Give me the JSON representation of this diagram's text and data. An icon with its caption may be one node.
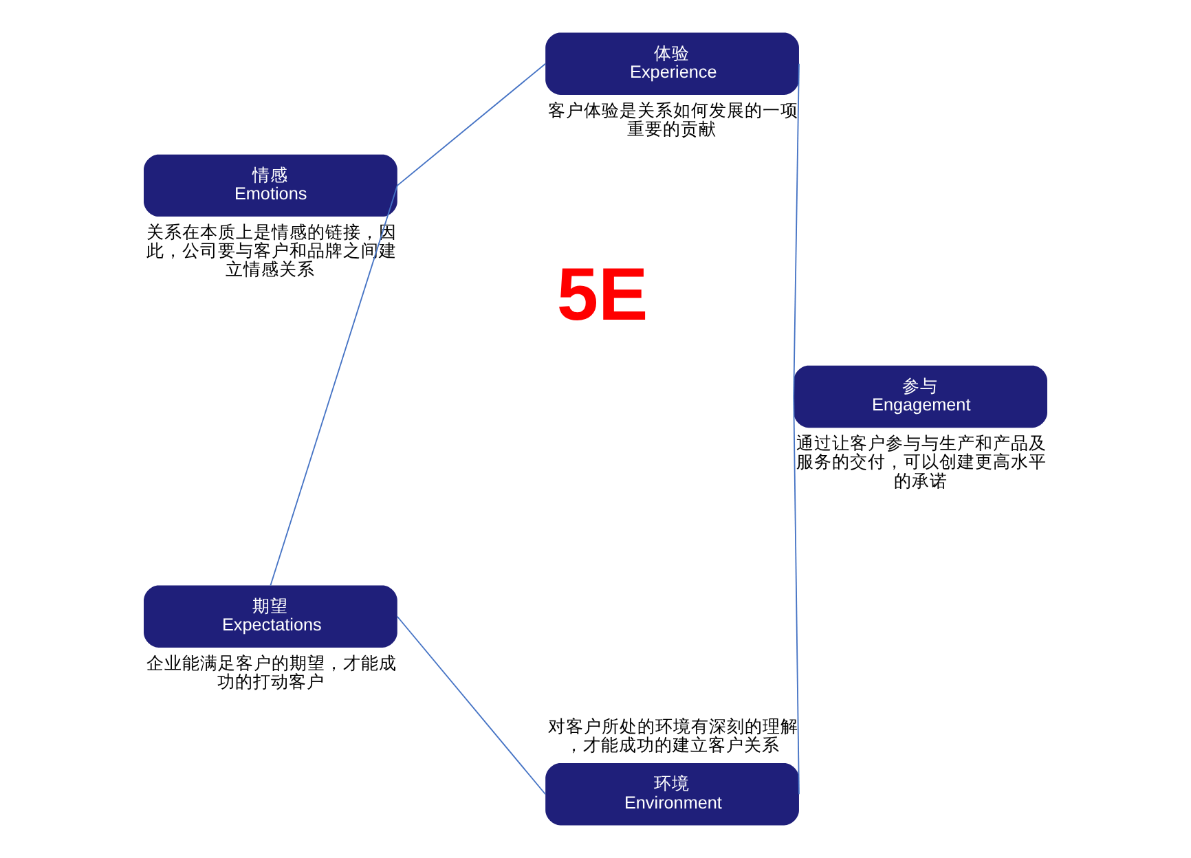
{
  "diagram": {
    "nodes": [
      {
        "text": [
          "环境",
          "Environment"
        ],
        "beside": [
          "对客户所处的环境有深刻的理解，才能成功的建立客户关系"
        ]
      },
      {
        "text": [
          "参与",
          "Engagement"
        ],
        "beside": [
          "通过让客户参与与生产和产品及服务的交付，可以创建更高水平的承诺"
        ]
      },
      {
        "text": [
          "期望",
          "Expectations"
        ],
        "beside": [
          "企业能满足客户的期望，才能成功的打动客户"
        ]
      },
      {
        "text": [
          "体验",
          "Experience"
        ],
        "beside": [
          "客户体验是关系如何发展的一项重要的贡献"
        ]
      },
      {
        "text": [
          "情感",
          "Emotions"
        ],
        "beside": [
          "关系在本质上是情感的链接，因此，公司要与客户和品牌之间建立情感关系"
        ]
      }
    ],
    "edges": [
      {
        "from": 0,
        "to": 2,
        "arrow": "none"
      },
      {
        "from": 2,
        "to": 4,
        "arrow": "none"
      },
      {
        "from": 4,
        "to": 3,
        "arrow": "none"
      },
      {
        "from": 3,
        "to": 1,
        "arrow": "none"
      },
      {
        "from": 1,
        "to": 0,
        "arrow": "none"
      }
    ],
    "labels": [
      "5E"
    ]
  }
}
